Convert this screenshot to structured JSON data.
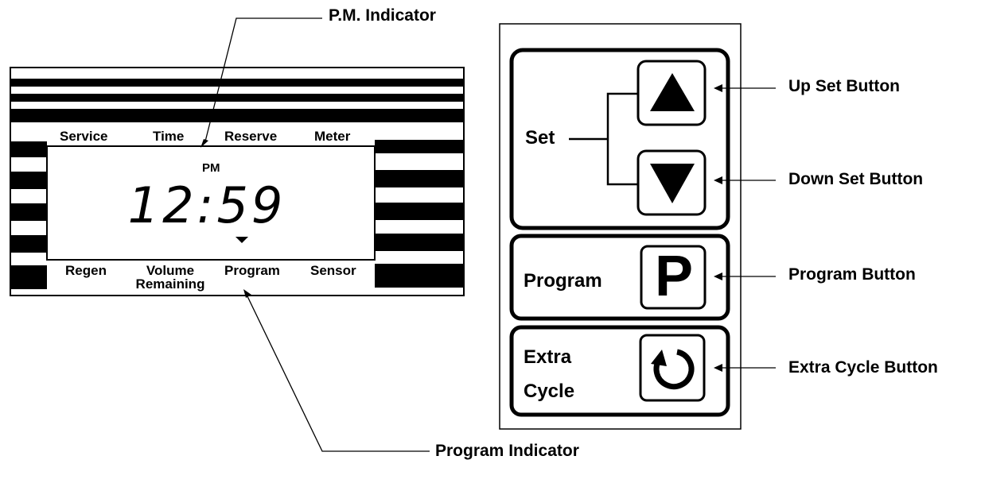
{
  "callouts": {
    "pm_indicator": "P.M. Indicator",
    "program_indicator": "Program Indicator",
    "up_set_button": "Up Set Button",
    "down_set_button": "Down Set Button",
    "program_button": "Program Button",
    "extra_cycle_button": "Extra Cycle Button"
  },
  "display": {
    "top_labels": [
      "Service",
      "Time",
      "Reserve",
      "Meter"
    ],
    "bottom_labels": [
      "Regen",
      "Volume",
      "Remaining",
      "Program",
      "Sensor"
    ],
    "pm": "PM",
    "time": "12:59"
  },
  "keypad": {
    "set_label": "Set",
    "program_label": "Program",
    "program_key_glyph": "P",
    "extra_label_line1": "Extra",
    "extra_label_line2": "Cycle",
    "icons": [
      "up-arrow-icon",
      "down-arrow-icon",
      "program-p-icon",
      "cycle-arrow-icon"
    ]
  }
}
